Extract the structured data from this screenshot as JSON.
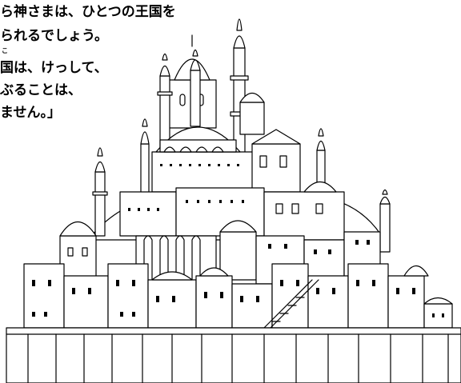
{
  "verse": {
    "lines": [
      "ら神さまは、ひとつの王国を",
      "られるでしょう。",
      "国は、けっして、",
      "ぶることは、",
      "ません。」"
    ],
    "furigana": "こ"
  },
  "illustration": {
    "subject": "hilltop-city-with-domes-and-minarets",
    "stroke": "#000000",
    "fill": "#ffffff"
  }
}
